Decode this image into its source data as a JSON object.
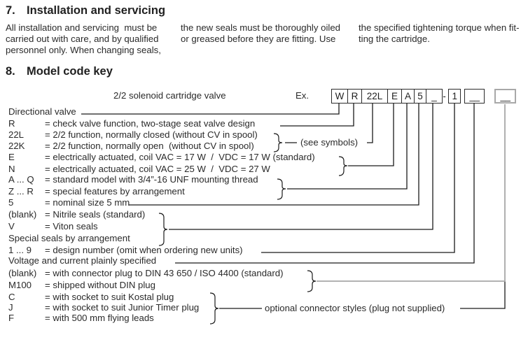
{
  "section7": {
    "number": "7.",
    "title": "Installation and servicing",
    "columns": [
      {
        "lines": [
          "All installation and servicing  must be",
          "carried out with care, and by qualified",
          "personnel only. When changing seals,"
        ]
      },
      {
        "lines": [
          "the new seals must be thoroughly oiled",
          "or greased before they are fitting. Use"
        ]
      },
      {
        "lines": [
          "the specified tightening torque when fit-",
          "ting the cartridge."
        ]
      }
    ]
  },
  "section8": {
    "number": "8.",
    "title": "Model code key"
  },
  "diagram": {
    "product_label": "2/2 solenoid cartridge valve",
    "example_prefix": "Ex.",
    "code_cells": [
      "W",
      "R",
      "22L",
      "E",
      "A",
      "5",
      "_"
    ],
    "hyphen": "-",
    "design_box": "1",
    "voltage_box": "__",
    "connector_box": "__",
    "see_symbols_note": "(see symbols)",
    "optional_note": "optional connector styles (plug not supplied)",
    "rows": [
      {
        "label": "Directional valve",
        "text": ""
      },
      {
        "label": "R",
        "text": "= check valve function, two-stage seat valve design"
      },
      {
        "label": "22L",
        "text": "= 2/2 function, normally closed (without CV in spool)"
      },
      {
        "label": "22K",
        "text": "= 2/2 function, normally open  (without CV in spool)"
      },
      {
        "label": "E",
        "text": "= electrically actuated, coil VAC = 17 W  /  VDC = 17 W (standard)"
      },
      {
        "label": "N",
        "text": "= electrically actuated, coil VAC = 25 W  /  VDC = 27 W"
      },
      {
        "label": "A ... Q",
        "text": "= standard model with 3/4”-16 UNF mounting thread"
      },
      {
        "label": "Z ... R",
        "text": "= special features by arrangement"
      },
      {
        "label": "5",
        "text": "= nominal size 5 mm"
      },
      {
        "label": "(blank)",
        "text": "= Nitrile seals (standard)"
      },
      {
        "label": "V",
        "text": "= Viton seals"
      },
      {
        "label": "Special seals by arrangement",
        "text": ""
      },
      {
        "label": "1 ... 9",
        "text": "= design number (omit when ordering new units)"
      },
      {
        "label": "Voltage and current plainly specified",
        "text": ""
      },
      {
        "label": "(blank)",
        "text": "= with connector plug to DIN 43 650 / ISO 4400 (standard)"
      },
      {
        "label": "M100",
        "text": "= shipped without DIN plug"
      },
      {
        "label": "C",
        "text": "= with socket to suit Kostal plug"
      },
      {
        "label": "J",
        "text": "= with socket to suit Junior Timer plug"
      },
      {
        "label": "F",
        "text": "= with 500 mm flying leads"
      }
    ]
  },
  "colors": {
    "line": "#1a1a1a",
    "gray_line": "#a8a8a8",
    "text": "#262626"
  }
}
